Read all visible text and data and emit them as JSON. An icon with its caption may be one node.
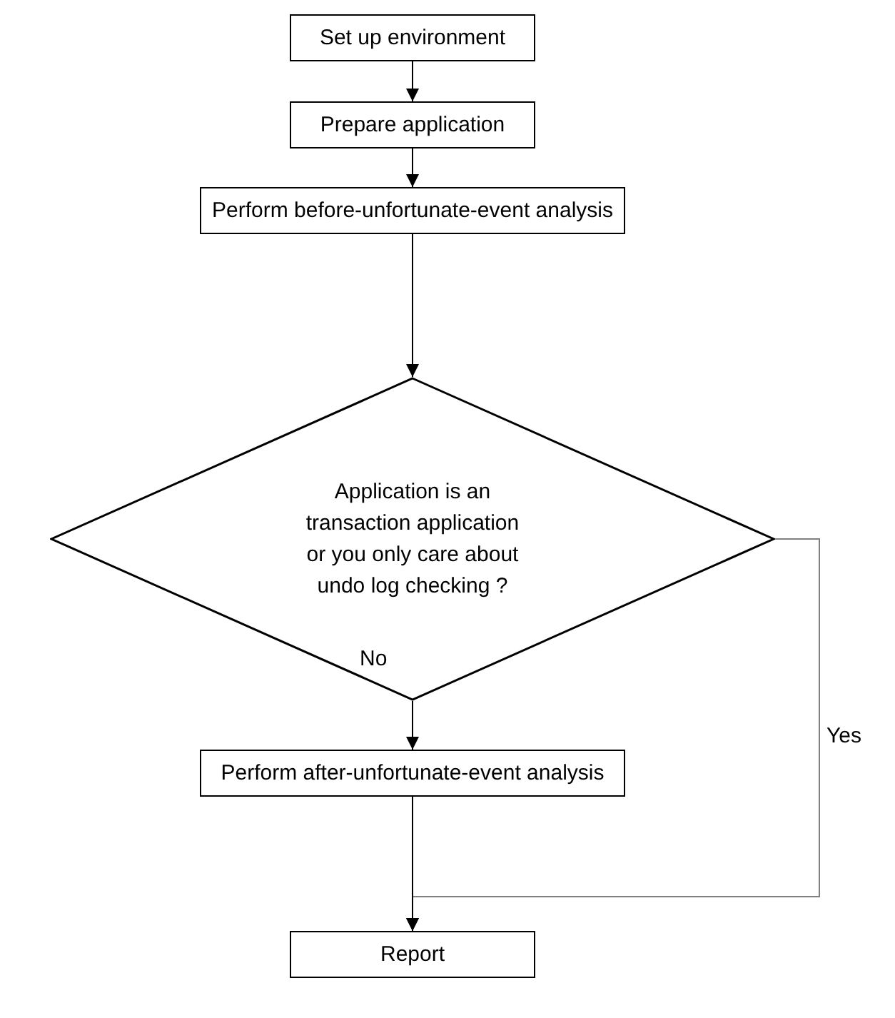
{
  "diagram": {
    "nodes": [
      {
        "text": [
          "Set up environment"
        ]
      },
      {
        "text": [
          "Prepare application"
        ]
      },
      {
        "text": [
          "Perform before-unfortunate-event analysis"
        ]
      },
      {
        "text": [
          "Application is an transaction application or you only care about undo log checking ?"
        ]
      },
      {
        "text": [
          "Perform after-unfortunate-event analysis"
        ]
      },
      {
        "text": [
          "Report"
        ]
      }
    ],
    "edges": [
      {
        "from": 0,
        "to": 1,
        "arrow": "to"
      },
      {
        "from": 1,
        "to": 2,
        "arrow": "to"
      },
      {
        "from": 2,
        "to": 3,
        "arrow": "to"
      },
      {
        "from": 3,
        "to": 4,
        "label": "No",
        "arrow": "to"
      },
      {
        "from": 3,
        "to": 5,
        "label": "Yes",
        "arrow": "to",
        "color": "#808080"
      },
      {
        "from": 4,
        "to": 5,
        "arrow": "to"
      }
    ]
  }
}
